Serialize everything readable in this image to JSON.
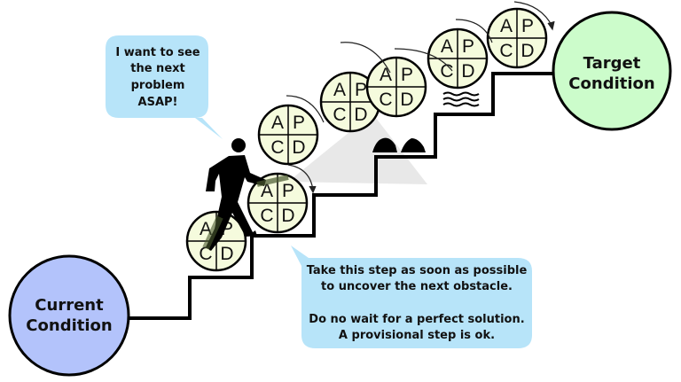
{
  "current_condition": {
    "line1": "Current",
    "line2": "Condition",
    "color": "#b3c3fb"
  },
  "target_condition": {
    "line1": "Target",
    "line2": "Condition",
    "color": "#ccfccb"
  },
  "speech_bubble": {
    "lines": [
      "I want to see",
      "the next",
      "problem",
      "ASAP!"
    ],
    "color": "#b7e4f9"
  },
  "note_bubble": {
    "lines": [
      "Take this step as soon as possible",
      "to uncover the next obstacle.",
      "Do no wait for a perfect solution.",
      "A provisional step is ok."
    ],
    "color": "#b7e4f9"
  },
  "pdca": {
    "a": "A",
    "p": "P",
    "c": "C",
    "d": "D",
    "color": "#f5fbdd",
    "count": 7
  }
}
